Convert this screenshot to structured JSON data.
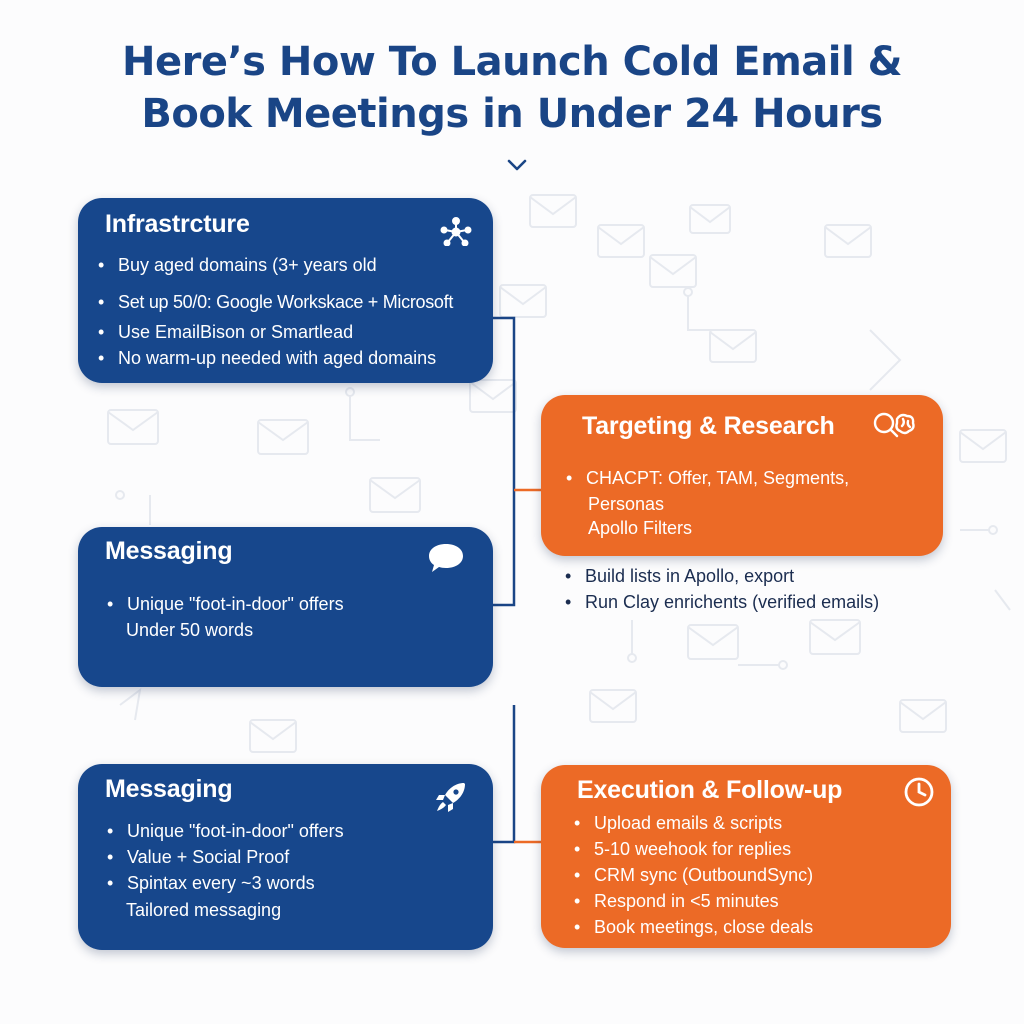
{
  "title": {
    "line1": "Here’s How To Launch Cold Email &",
    "line2": "Book Meetings in Under 24 Hours"
  },
  "cards": {
    "infrastructure": {
      "heading": "Infrastrcture",
      "icon": "network-nodes-icon",
      "items": [
        "Buy aged domains (3+ years old",
        "Set up 50/0: Google Workskace + Microsoft",
        "Use EmailBison or Smartlead",
        "No warm-up needed with aged domains"
      ]
    },
    "targeting": {
      "heading": "Targeting & Research",
      "icon": "search-brain-icon",
      "items": [
        "CHACPT: Offer, TAM, Segments,"
      ],
      "continuation": [
        "Personas",
        "Apollo Filters"
      ],
      "extra_items": [
        "Build lists in Apollo, export",
        "Run Clay enrichents (verified emails)"
      ]
    },
    "messaging_1": {
      "heading": "Messaging",
      "icon": "speech-bubble-icon",
      "items": [
        "Unique \"foot-in-door\" offers"
      ],
      "continuation": [
        "Under 50 words"
      ]
    },
    "messaging_2": {
      "heading": "Messaging",
      "icon": "rocket-icon",
      "items": [
        "Unique \"foot-in-door\" offers",
        "Value + Social Proof",
        "Spintax every ~3 words"
      ],
      "continuation": [
        "Tailored messaging"
      ]
    },
    "execution": {
      "heading": "Execution & Follow-up",
      "icon": "clock-icon",
      "items": [
        "Upload emails & scripts",
        "5-10 weehook for replies",
        "CRM sync (OutboundSync)",
        "Respond in <5 minutes",
        "Book meetings, close deals"
      ]
    }
  },
  "colors": {
    "blue": "#17478c",
    "orange": "#ec6a26",
    "title": "#1a4586",
    "connector": "#1a4586"
  }
}
